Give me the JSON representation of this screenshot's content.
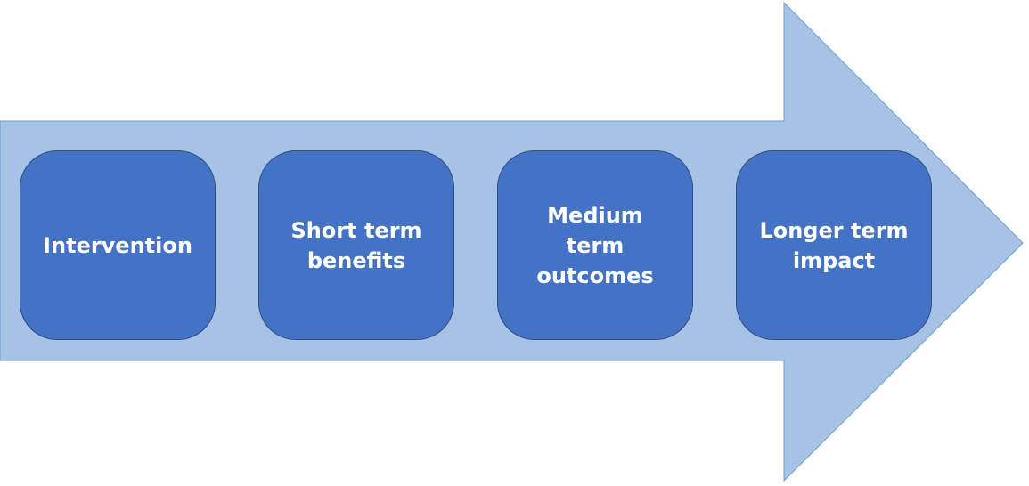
{
  "diagram": {
    "type": "process-arrow",
    "colors": {
      "arrow_fill": "#a6c3e6",
      "arrow_stroke": "#6f9bd1",
      "box_fill": "#4472c4",
      "box_stroke": "#2f4f86",
      "text": "#ffffff"
    },
    "steps": [
      {
        "label": "Intervention"
      },
      {
        "label": "Short term\nbenefits"
      },
      {
        "label": "Medium\nterm\noutcomes"
      },
      {
        "label": "Longer term\nimpact"
      }
    ]
  }
}
